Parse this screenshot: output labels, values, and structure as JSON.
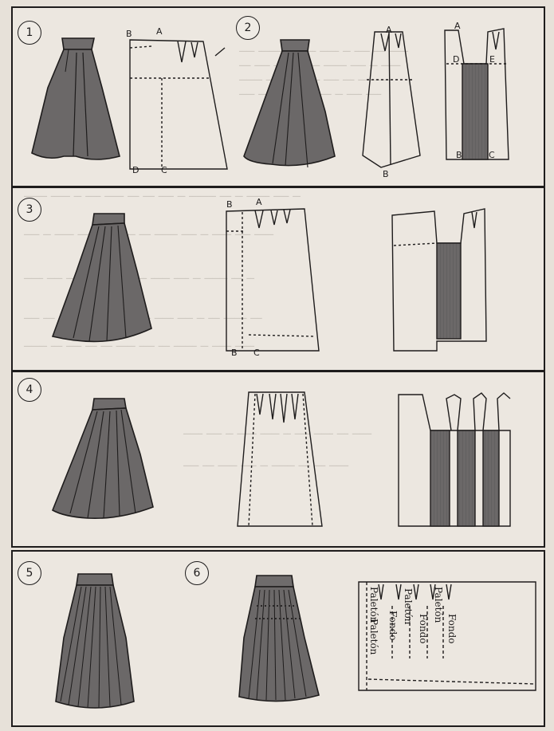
{
  "figures": [
    {
      "id": "1",
      "number": "1"
    },
    {
      "id": "2",
      "number": "2"
    },
    {
      "id": "3",
      "number": "3"
    },
    {
      "id": "4",
      "number": "4"
    },
    {
      "id": "5",
      "number": "5"
    },
    {
      "id": "6",
      "number": "6"
    }
  ],
  "points": {
    "p1": {
      "B": "B",
      "A": "A",
      "D": "D",
      "C": "C"
    },
    "p2": {
      "A": "A",
      "B": "B",
      "D": "D",
      "E": "E",
      "B2": "B",
      "C": "C",
      "A2": "A"
    },
    "p3": {
      "B": "B",
      "A": "A",
      "B2": "B",
      "C": "C"
    }
  },
  "fig6_labels": [
    "Paletón",
    "Paletón",
    "Fondo",
    "Paletón",
    "Fondo",
    "Paletón",
    "Fondo"
  ],
  "colors": {
    "ink": "#1e1c1c",
    "fill": "#6b6868",
    "paper": "#ece7e0"
  }
}
